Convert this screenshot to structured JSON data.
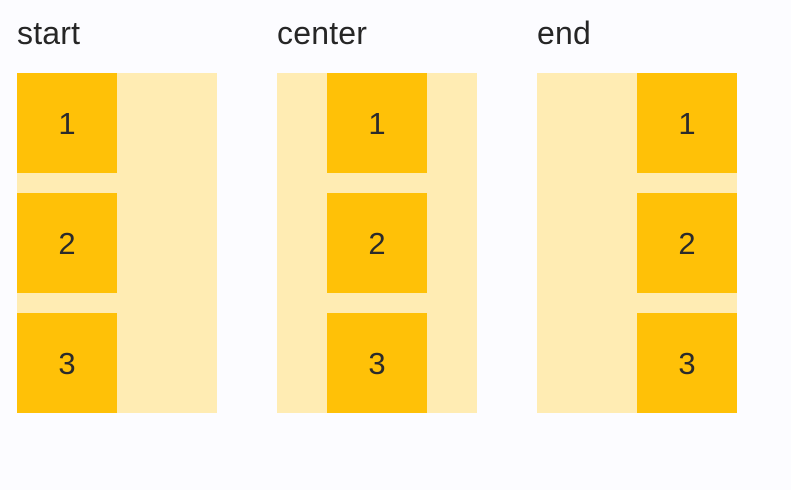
{
  "page": {
    "background_color": "#FCFCFF"
  },
  "colors": {
    "container_fill": "#FFECB3",
    "item_fill": "#FFC107",
    "label_text": "#262626",
    "item_text": "#2B2B2B"
  },
  "columns": [
    {
      "label": "start",
      "alignment": "start",
      "items": [
        "1",
        "2",
        "3"
      ]
    },
    {
      "label": "center",
      "alignment": "center",
      "items": [
        "1",
        "2",
        "3"
      ]
    },
    {
      "label": "end",
      "alignment": "end",
      "items": [
        "1",
        "2",
        "3"
      ]
    }
  ]
}
